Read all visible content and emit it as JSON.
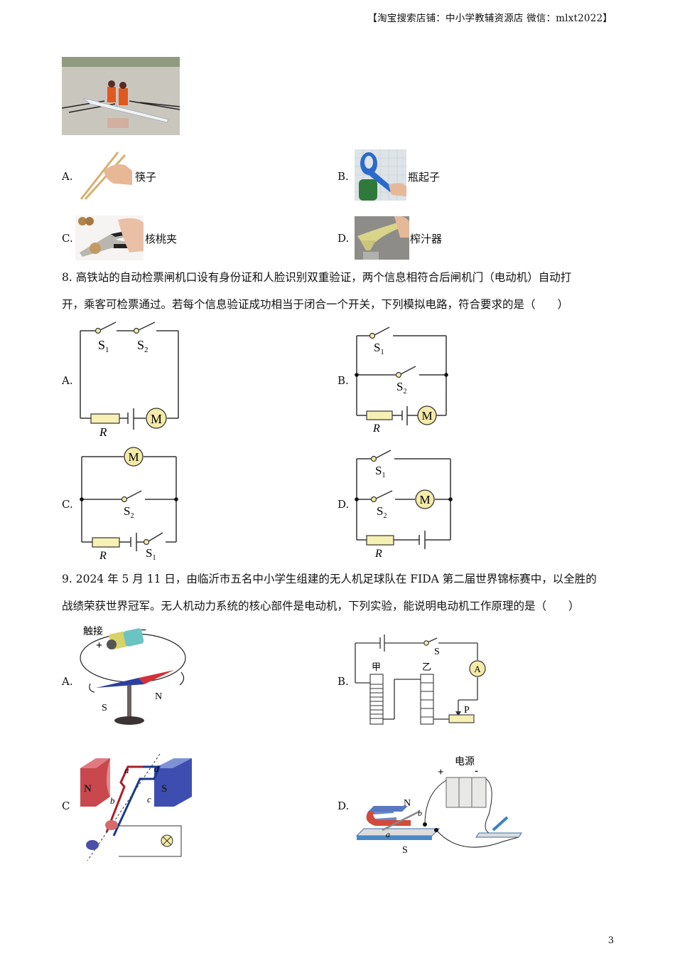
{
  "header": {
    "text": "【淘宝搜索店铺：中小学教辅资源店  微信：mlxt2022】"
  },
  "q7": {
    "image": "rowing-photo",
    "options": [
      {
        "label": "A.",
        "caption": "筷子",
        "image": "chopsticks-photo"
      },
      {
        "label": "B.",
        "caption": "瓶起子",
        "image": "bottle-opener-photo"
      },
      {
        "label": "C.",
        "caption": "核桃夹",
        "image": "nutcracker-photo"
      },
      {
        "label": "D.",
        "caption": "榨汁器",
        "image": "juicer-photo"
      }
    ]
  },
  "q8": {
    "line1": "8. 高铁站的自动检票闸机口设有身份证和人脸识别双重验证，两个信息相符合后闸机门（电动机）自动打",
    "line2": "开，乘客可检票通过。若每个信息验证成功相当于闭合一个开关，下列模拟电路，符合要求的是（　　）",
    "options": [
      {
        "label": "A.",
        "s1": "S",
        "s1sub": "1",
        "s2": "S",
        "s2sub": "2",
        "r": "R",
        "m": "M"
      },
      {
        "label": "B.",
        "s1": "S",
        "s1sub": "1",
        "s2": "S",
        "s2sub": "2",
        "r": "R",
        "m": "M"
      },
      {
        "label": "C.",
        "s1": "S",
        "s1sub": "1",
        "s2": "S",
        "s2sub": "2",
        "r": "R",
        "m": "M"
      },
      {
        "label": "D.",
        "s1": "S",
        "s1sub": "1",
        "s2": "S",
        "s2sub": "2",
        "r": "R",
        "m": "M"
      }
    ]
  },
  "q9": {
    "line1": "9. 2024 年 5 月 11 日，由临沂市五名中小学生组建的无人机足球队在 FIDA 第二届世界锦标赛中，以全胜的",
    "line2": "战绩荣获世界冠军。无人机动力系统的核心部件是电动机，下列实验，能说明电动机工作原理的是（　　）",
    "options": [
      {
        "label": "A.",
        "touch": "触接",
        "plus": "+",
        "minus": "−",
        "n": "N",
        "s": "S"
      },
      {
        "label": "B.",
        "jia": "甲",
        "yi": "乙",
        "s": "S",
        "a": "A",
        "p": "P"
      },
      {
        "label": "C",
        "n": "N",
        "s": "S",
        "a": "a",
        "b": "b",
        "c": "c",
        "d": "d"
      },
      {
        "label": "D.",
        "power": "电源",
        "plus": "+",
        "minus": "-",
        "n": "N",
        "s": "S",
        "a": "a",
        "b": "b"
      }
    ]
  },
  "page": {
    "number": "3"
  },
  "colors": {
    "resistor": "#f7f0b4",
    "motor": "#f5eba8",
    "wire": "#333333",
    "red": "#d03838",
    "blue": "#2c4aa0"
  }
}
